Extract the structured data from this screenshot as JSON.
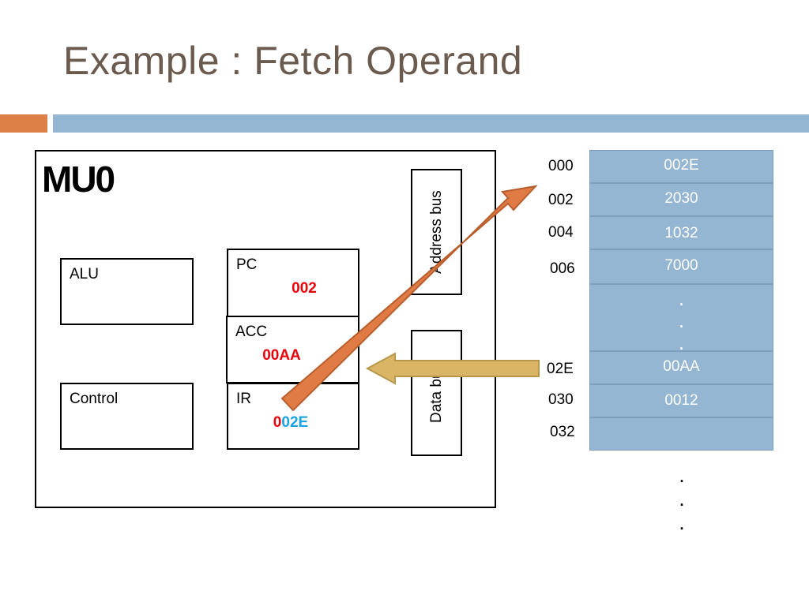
{
  "title": "Example : Fetch Operand",
  "cpu": {
    "label": "MU0",
    "alu": "ALU",
    "control": "Control",
    "pc": {
      "label": "PC",
      "value": "002"
    },
    "acc": {
      "label": "ACC",
      "value": "00AA"
    },
    "ir": {
      "label": "IR",
      "value_prefix": "0",
      "value_suffix": "02E"
    },
    "address_bus": "Address bus",
    "data_bus": "Data  bus"
  },
  "memory": {
    "rows": [
      {
        "address": "000",
        "value": "002E"
      },
      {
        "address": "002",
        "value": "2030"
      },
      {
        "address": "004",
        "value": "1032"
      },
      {
        "address": "006",
        "value": "7000"
      },
      {
        "address": "",
        "value": ". . ."
      },
      {
        "address": "02E",
        "value": "00AA"
      },
      {
        "address": "030",
        "value": "0012"
      },
      {
        "address": "032",
        "value": ""
      }
    ],
    "continuation": ". . ."
  },
  "colors": {
    "title": "#6b5a4e",
    "accent_orange": "#dd8047",
    "accent_blue": "#94b6d2",
    "arrow_address": "#e07b45",
    "arrow_data": "#d9b565",
    "value_red": "#e8000b",
    "value_blue": "#1aa3e0"
  }
}
